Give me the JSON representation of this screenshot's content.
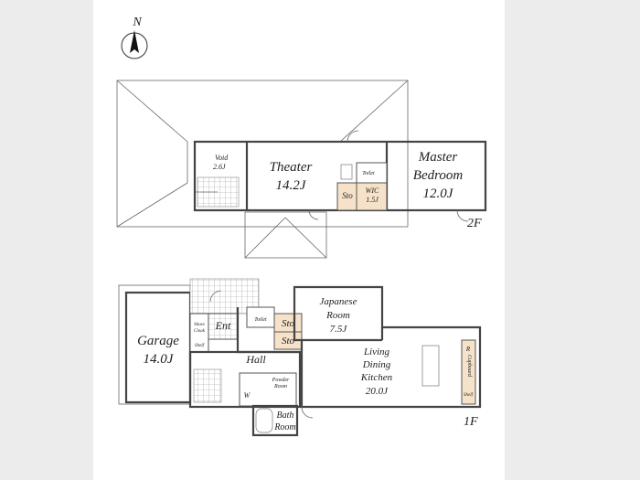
{
  "compass": {
    "north_label": "N"
  },
  "floors": {
    "second": {
      "label": "2F",
      "void": {
        "name": "Void",
        "size": "2.6J"
      },
      "theater": {
        "name": "Theater",
        "size": "14.2J"
      },
      "sto": "Sto",
      "toilet": "Toilet",
      "wic": {
        "name": "WIC",
        "size": "1.5J"
      },
      "master": {
        "name1": "Master",
        "name2": "Bedroom",
        "size": "12.0J"
      }
    },
    "first": {
      "label": "1F",
      "garage": {
        "name": "Garage",
        "size": "14.0J"
      },
      "shoes": {
        "l1": "Shoes",
        "l2": "Cloak",
        "l3": "Shelf"
      },
      "ent": "Ent",
      "toilet": "Toilet",
      "sto_upper": "Sto",
      "sto_lower": "Sto",
      "hall": "Hall",
      "japanese": {
        "l1": "Japanese",
        "l2": "Room",
        "size": "7.5J"
      },
      "ldk": {
        "l1": "Living",
        "l2": "Dining",
        "l3": "Kitchen",
        "size": "20.0J"
      },
      "powder": {
        "l1": "Powder",
        "l2": "Room"
      },
      "w": "W",
      "bath": {
        "l1": "Bath",
        "l2": "Room"
      },
      "r": "R",
      "cupboard": "Cupboard",
      "shelf": "Shelf"
    }
  },
  "colors": {
    "storage": "#f6e2c9",
    "wall": "#444444",
    "side_panel": "#ececec"
  }
}
